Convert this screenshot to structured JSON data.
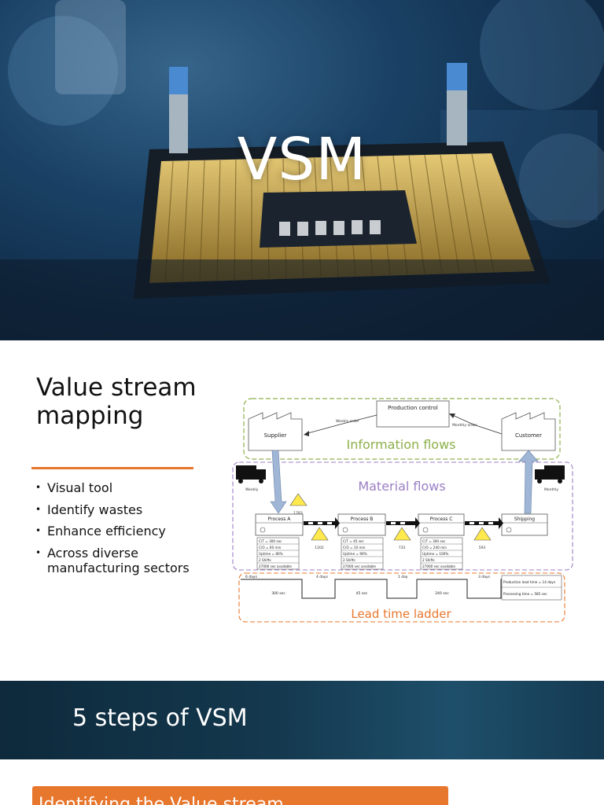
{
  "hero": {
    "title": "VSM"
  },
  "slide2": {
    "title": "Value stream mapping",
    "bullets": [
      "Visual tool",
      "Identify wastes",
      "Enhance efficiency",
      "Across diverse manufacturing sectors"
    ],
    "diagram": {
      "production_control": "Production control",
      "supplier": "Supplier",
      "customer": "Customer",
      "weekly_order": "Weekly order",
      "monthly_order": "Monthly order",
      "information_flows": "Information flows",
      "material_flows": "Material flows",
      "lead_time_ladder": "Lead time ladder",
      "weekly": "Weekly",
      "monthly": "Monthly",
      "process_a": "Process A",
      "process_b": "Process B",
      "process_c": "Process C",
      "shipping": "Shipping",
      "inv_supplier": "1783",
      "inv_a": "1202",
      "inv_b": "733",
      "inv_c": "593",
      "a_data": [
        "C/T = 300 sec",
        "C/O = 60 min",
        "Uptime = 80%",
        "2 Shifts",
        "27000 sec available"
      ],
      "b_data": [
        "C/T = 45 sec",
        "C/O = 10 min",
        "Uptime = 90%",
        "2 Shifts",
        "27000 sec available"
      ],
      "c_data": [
        "C/T = 300 sec",
        "C/O = 240 min",
        "Uptime = 100%",
        "2 Shifts",
        "27000 sec available"
      ],
      "days": [
        "6 days",
        "4 days",
        "1 day",
        "3 days"
      ],
      "times": [
        "300 sec",
        "45 sec",
        "240 sec"
      ],
      "lead_time_total": "Production lead time = 14 days",
      "processing_time_total": "Processing time = 585 sec",
      "colors": {
        "info": "#8db04a",
        "material": "#9b7fc4",
        "ladder": "#e8772e",
        "triangle": "#ffe94d",
        "arrow": "#9fb6d6"
      }
    }
  },
  "slide3": {
    "title": "5 steps of VSM"
  },
  "slide4": {
    "step1": "Identifying the Value stream"
  },
  "theme": {
    "accent": "#e8772e"
  }
}
